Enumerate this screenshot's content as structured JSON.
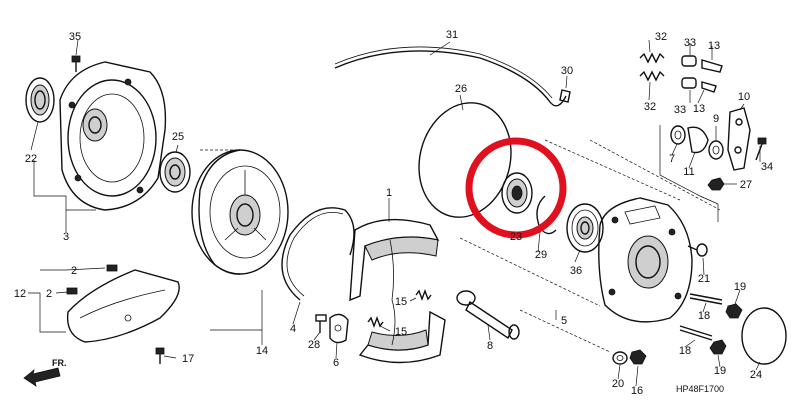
{
  "diagram_code": "HP48F1700",
  "direction_label": "FR.",
  "highlight_color": "#e0101e",
  "callouts": [
    {
      "id": "c1",
      "text": "1"
    },
    {
      "id": "c2a",
      "text": "2"
    },
    {
      "id": "c2b",
      "text": "2"
    },
    {
      "id": "c3",
      "text": "3"
    },
    {
      "id": "c4",
      "text": "4"
    },
    {
      "id": "c5",
      "text": "5"
    },
    {
      "id": "c6",
      "text": "6"
    },
    {
      "id": "c7",
      "text": "7"
    },
    {
      "id": "c8",
      "text": "8"
    },
    {
      "id": "c9",
      "text": "9"
    },
    {
      "id": "c10",
      "text": "10"
    },
    {
      "id": "c11",
      "text": "11"
    },
    {
      "id": "c12",
      "text": "12"
    },
    {
      "id": "c13a",
      "text": "13"
    },
    {
      "id": "c13b",
      "text": "13"
    },
    {
      "id": "c14",
      "text": "14"
    },
    {
      "id": "c15a",
      "text": "15"
    },
    {
      "id": "c15b",
      "text": "15"
    },
    {
      "id": "c16",
      "text": "16"
    },
    {
      "id": "c17",
      "text": "17"
    },
    {
      "id": "c18a",
      "text": "18"
    },
    {
      "id": "c18b",
      "text": "18"
    },
    {
      "id": "c19a",
      "text": "19"
    },
    {
      "id": "c19b",
      "text": "19"
    },
    {
      "id": "c20",
      "text": "20"
    },
    {
      "id": "c21",
      "text": "21"
    },
    {
      "id": "c22",
      "text": "22"
    },
    {
      "id": "c23",
      "text": "23"
    },
    {
      "id": "c24",
      "text": "24"
    },
    {
      "id": "c25",
      "text": "25"
    },
    {
      "id": "c26",
      "text": "26"
    },
    {
      "id": "c27",
      "text": "27"
    },
    {
      "id": "c28",
      "text": "28"
    },
    {
      "id": "c29",
      "text": "29"
    },
    {
      "id": "c30",
      "text": "30"
    },
    {
      "id": "c31",
      "text": "31"
    },
    {
      "id": "c32a",
      "text": "32"
    },
    {
      "id": "c32b",
      "text": "32"
    },
    {
      "id": "c33a",
      "text": "33"
    },
    {
      "id": "c33b",
      "text": "33"
    },
    {
      "id": "c34",
      "text": "34"
    },
    {
      "id": "c35",
      "text": "35"
    },
    {
      "id": "c36",
      "text": "36"
    }
  ]
}
